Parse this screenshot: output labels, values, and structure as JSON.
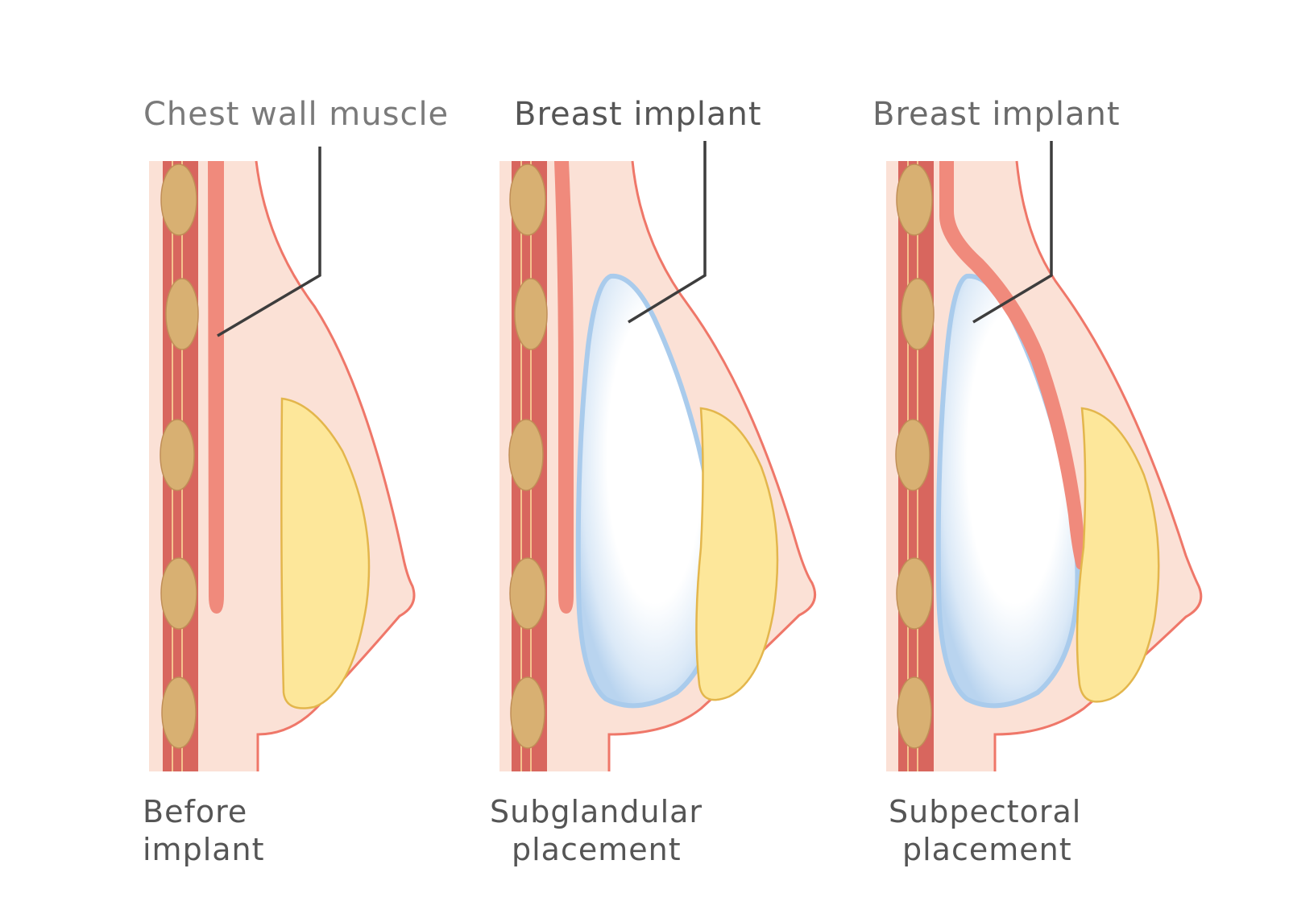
{
  "colors": {
    "skin": "#fbe1d6",
    "outline": "#ef7769",
    "muscle": "#f08a7c",
    "ribs_band": "#d8665e",
    "rib_fill": "#d8b072",
    "rib_dots": "#a9715a",
    "gland_fill": "#fde79a",
    "gland_outline": "#e3b64c",
    "implant_edge": "#a9cbec",
    "implant_core": "#ffffff",
    "leader_line": "#3d3d3d",
    "label_muted": "#7a7a7a",
    "label_dark": "#555555"
  },
  "panels": [
    {
      "callout": "Chest wall muscle",
      "caption_line1": "Before",
      "caption_line2": "implant"
    },
    {
      "callout": "Breast implant",
      "caption_line1": "Subglandular",
      "caption_line2": "placement"
    },
    {
      "callout": "Breast implant",
      "caption_line1": "Subpectoral",
      "caption_line2": "placement"
    }
  ]
}
